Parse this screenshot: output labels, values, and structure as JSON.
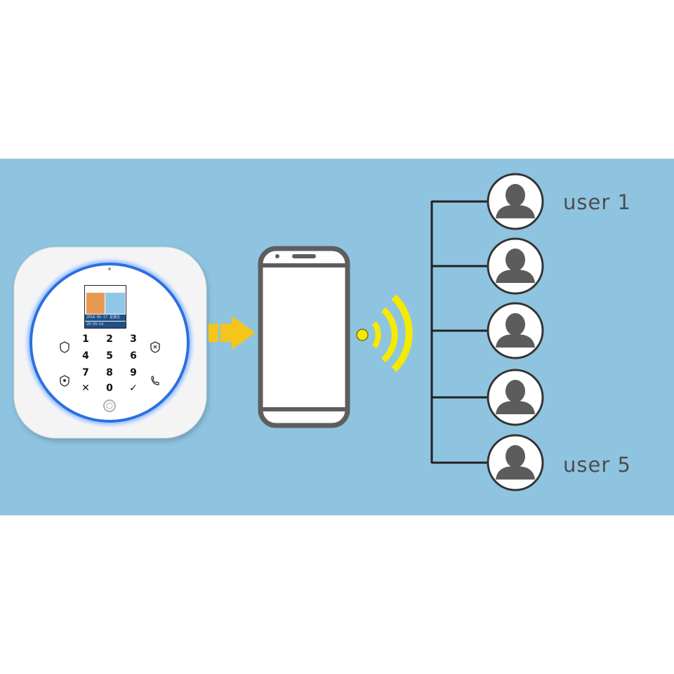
{
  "users": [
    {
      "label": "user 1"
    },
    {
      "label": ""
    },
    {
      "label": ""
    },
    {
      "label": ""
    },
    {
      "label": "user 5"
    }
  ],
  "hub": {
    "screen_date": "2018-05-17 星期五",
    "screen_time": "20:59:14",
    "keys": [
      "1",
      "2",
      "3",
      "4",
      "5",
      "6",
      "7",
      "8",
      "9",
      "✕",
      "0",
      "✓"
    ]
  },
  "icons": {
    "hub": "alarm-hub-icon",
    "arrow": "right-arrow-icon",
    "phone": "smartphone-icon",
    "signal": "wireless-signal-icon",
    "user": "user-avatar-icon"
  },
  "colors": {
    "band": "#8fc4e0",
    "arrow": "#f4c51b",
    "signal": "#f5ea00",
    "hub_ring": "#2c6fe0",
    "phone_stroke": "#5e5e5e",
    "tree_line": "#222222",
    "avatar_fill": "#5c5c5c",
    "label_text": "#4d4d4d"
  }
}
